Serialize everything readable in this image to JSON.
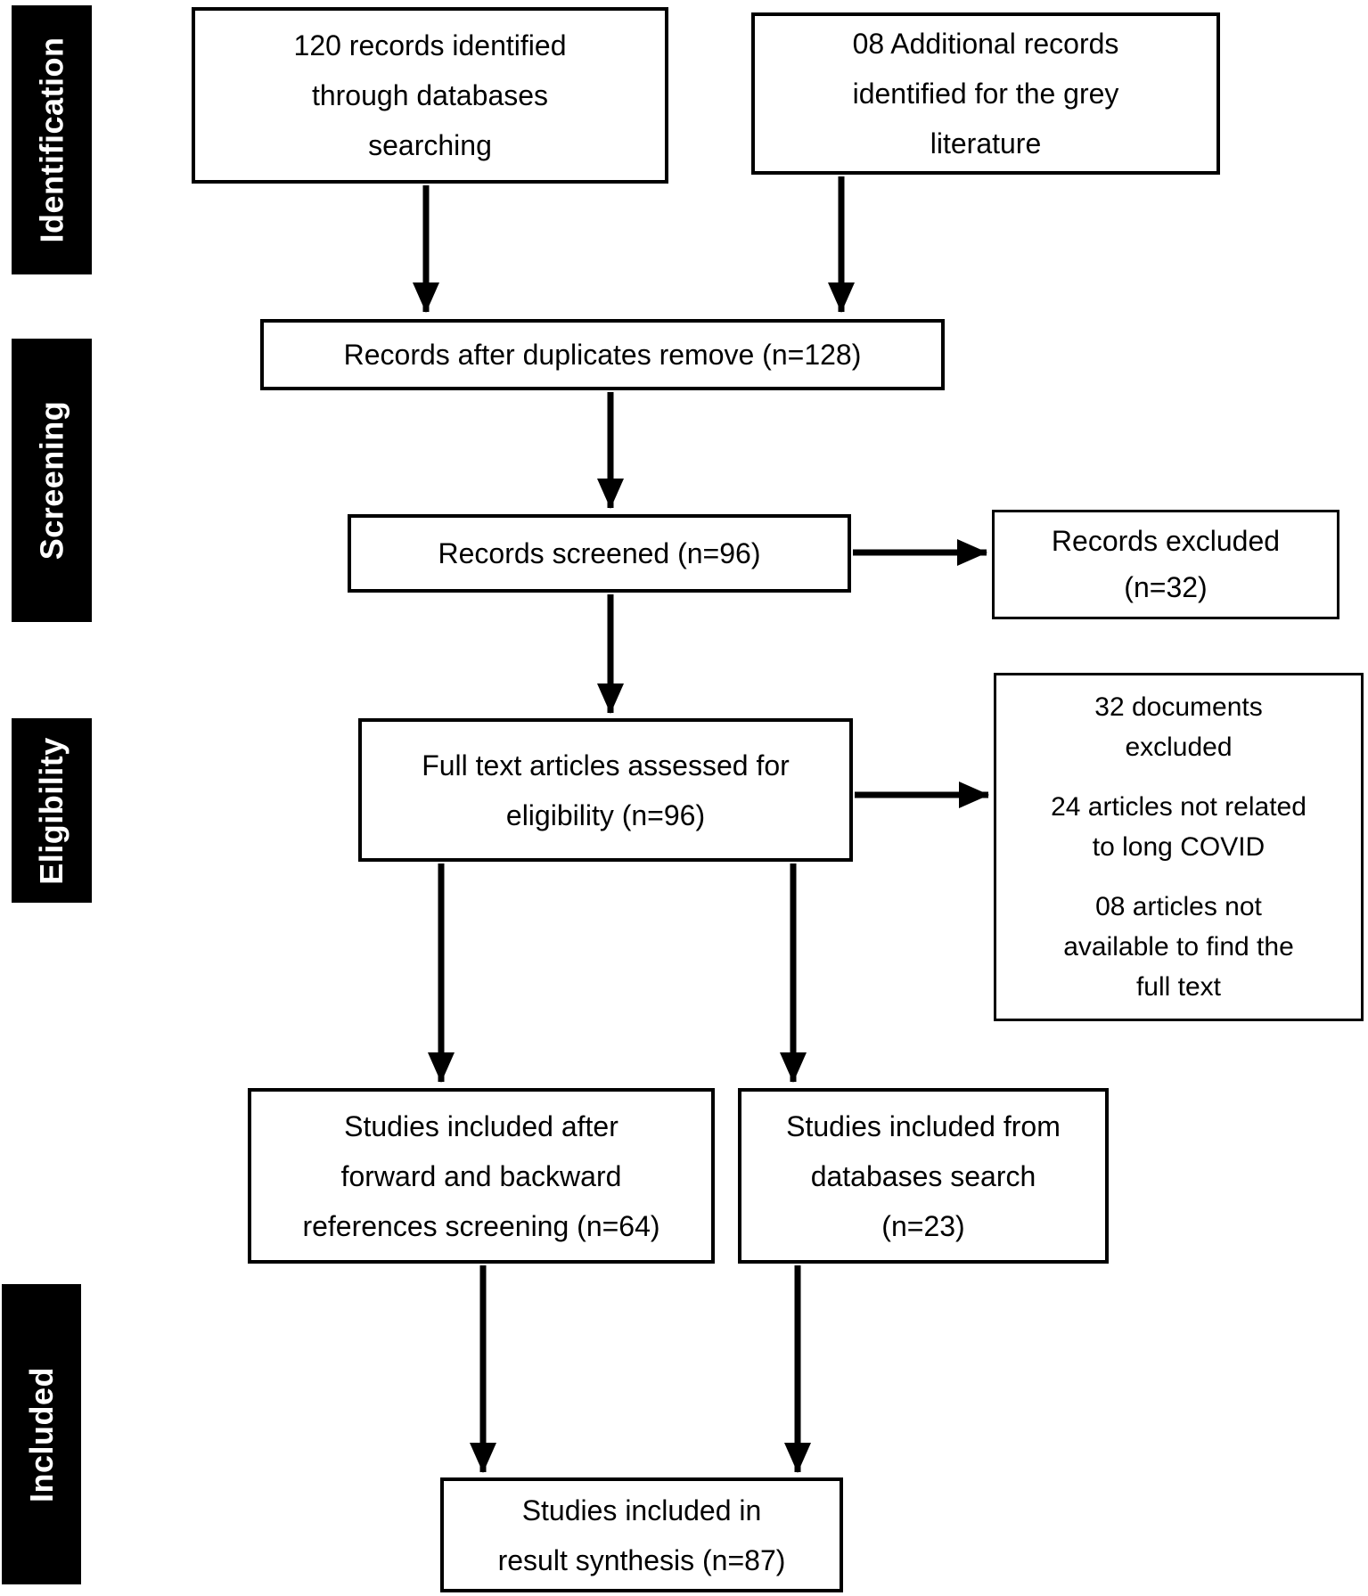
{
  "figure": {
    "colors": {
      "background": "#ffffff",
      "box_border": "#000000",
      "box_fill": "#ffffff",
      "text": "#000000",
      "stage_bg": "#000000",
      "stage_text": "#ffffff",
      "arrow": "#000000"
    },
    "stages": [
      {
        "label": "Identification"
      },
      {
        "label": "Screening"
      },
      {
        "label": "Eligibility"
      },
      {
        "label": "Included"
      }
    ],
    "boxes": {
      "database_records": {
        "lines": [
          "120 records identified",
          "through databases",
          "searching"
        ],
        "count": 120
      },
      "grey_literature_records": {
        "lines": [
          "08 Additional records",
          "identified for the grey",
          "literature"
        ],
        "count": 8
      },
      "after_duplicates": {
        "lines": [
          "Records after duplicates remove (n=128)"
        ],
        "count": 128
      },
      "records_screened": {
        "lines": [
          "Records screened (n=96)"
        ],
        "count": 96
      },
      "records_excluded": {
        "lines": [
          "Records excluded",
          "(n=32)"
        ],
        "count": 32
      },
      "full_text_assessed": {
        "lines": [
          "Full text articles assessed for",
          "eligibility (n=96)"
        ],
        "count": 96
      },
      "full_text_excluded": {
        "paragraphs": [
          [
            "32 documents",
            "excluded"
          ],
          [
            "24 articles not related",
            "to long COVID"
          ],
          [
            "08 articles not",
            "available to find the",
            "full text"
          ]
        ],
        "count": 32
      },
      "included_references": {
        "lines": [
          "Studies included after",
          "forward and backward",
          "references screening (n=64)"
        ],
        "count": 64
      },
      "included_databases": {
        "lines": [
          "Studies included from",
          "databases search",
          "(n=23)"
        ],
        "count": 23
      },
      "result_synthesis": {
        "lines": [
          "Studies included in",
          "result synthesis (n=87)"
        ],
        "count": 87
      }
    }
  }
}
